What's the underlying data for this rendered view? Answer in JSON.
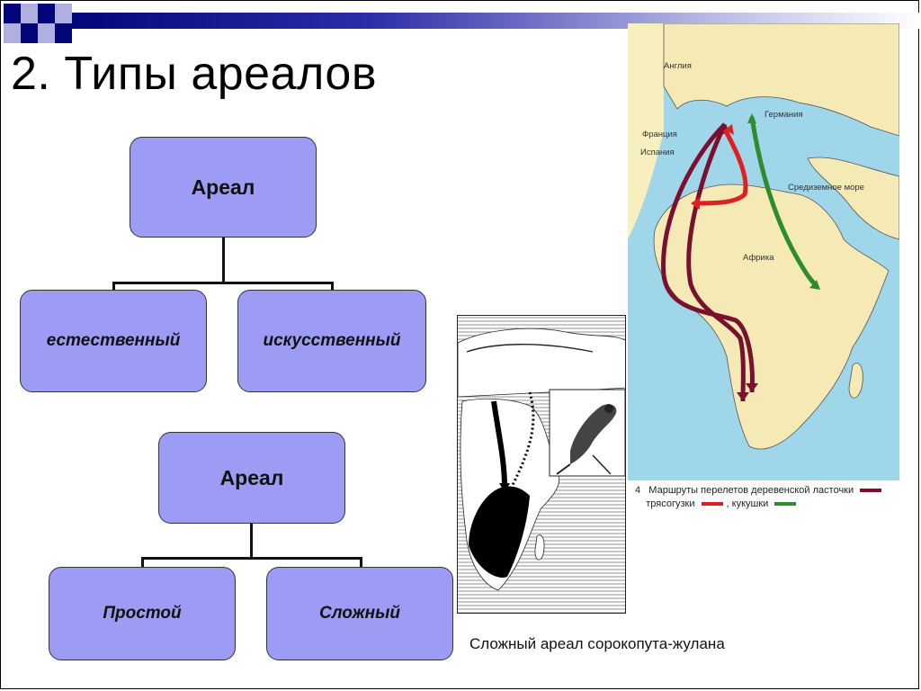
{
  "slide": {
    "title": "2. Типы ареалов",
    "colors": {
      "box_fill": "#9c9cf5",
      "title_bar_start": "#05057a"
    }
  },
  "diagram1": {
    "root": "Ареал",
    "children": [
      "естественный",
      "искусственный"
    ]
  },
  "diagram2": {
    "root": "Ареал",
    "children": [
      "Простой",
      "Сложный"
    ]
  },
  "migration_map": {
    "figure_number": "4",
    "labels": {
      "england": "Англия",
      "germany": "Германия",
      "france": "Франция",
      "spain": "Испания",
      "mediterranean": "Средиземное море",
      "africa": "Африка"
    },
    "caption_line1": "Маршруты перелетов деревенской ласточки",
    "caption_line2a": "трясогузки",
    "caption_line2b": ", кукушки",
    "route_colors": {
      "swallow": "#7a1030",
      "wagtail": "#e02020",
      "cuckoo": "#2e8b2e"
    }
  },
  "shrike_map": {
    "caption": "Сложный ареал сорокопута-жулана"
  }
}
